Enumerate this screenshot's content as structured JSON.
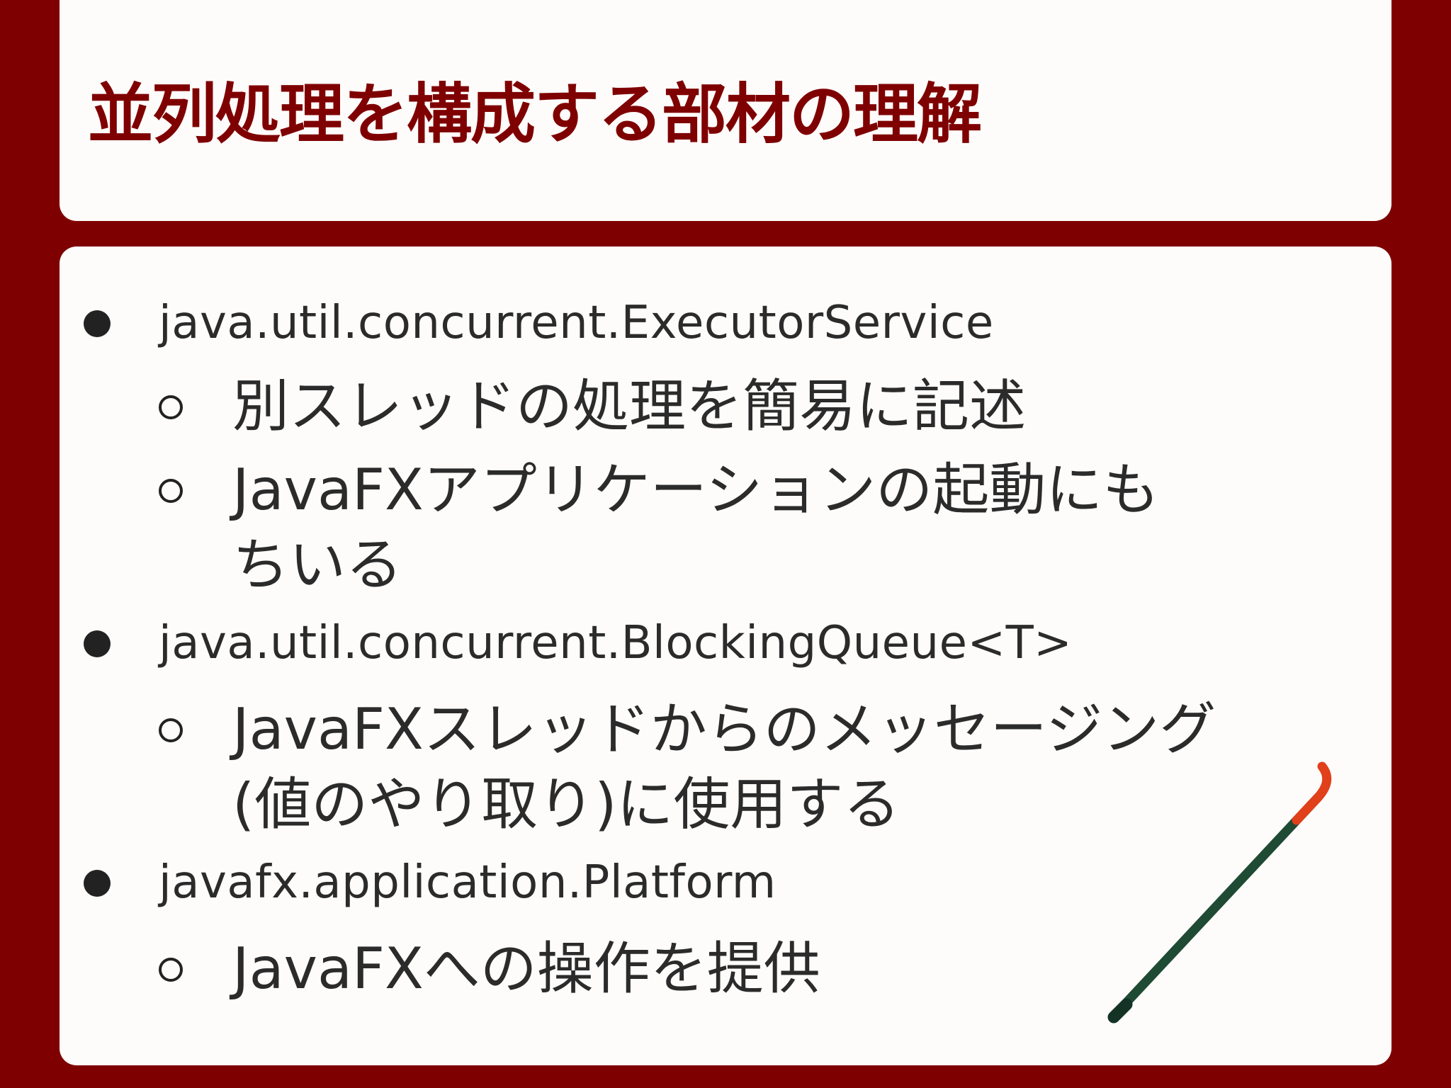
{
  "slide": {
    "title": "並列処理を構成する部材の理解"
  },
  "items": [
    {
      "name": "java.util.concurrent.ExecutorService",
      "descriptions": [
        [
          "別スレッドの処理を簡易に記述"
        ],
        [
          "JavaFXアプリケーションの起動にも",
          "ちいる"
        ]
      ]
    },
    {
      "name": "java.util.concurrent.BlockingQueue<T>",
      "descriptions": [
        [
          "JavaFXスレッドからのメッセージング",
          "(値のやり取り)に使用する"
        ]
      ]
    },
    {
      "name": "javafx.application.Platform",
      "descriptions": [
        [
          "JavaFXへの操作を提供"
        ]
      ]
    }
  ],
  "illustration": {
    "icon": "crowbar-icon",
    "colors": {
      "shaft": "#1f4a34",
      "hook": "#e0401a"
    }
  },
  "colors": {
    "background": "#7f0000",
    "panel": "#fdfcfb",
    "title": "#7f0000",
    "text": "#2b2b2b"
  }
}
